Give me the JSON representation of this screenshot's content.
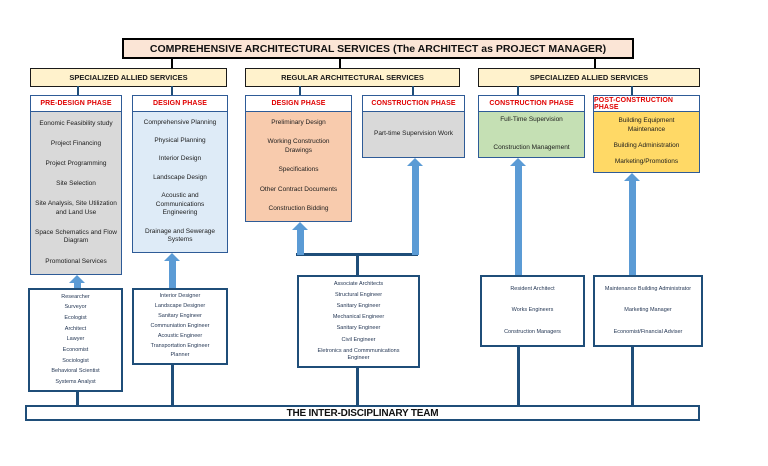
{
  "title": "COMPREHENSIVE ARCHITECTURAL SERVICES (The ARCHITECT as PROJECT MANAGER)",
  "service_groups": [
    "SPECIALIZED ALLIED SERVICES",
    "REGULAR ARCHITECTURAL SERVICES",
    "SPECIALIZED ALLIED SERVICES"
  ],
  "phases": [
    {
      "name": "PRE-DESIGN PHASE",
      "items": [
        "Eonomic Feasibility study",
        "Project Financing",
        "Project Programming",
        "Site Selection",
        "Site Analysis, Site Utilization and Land Use",
        "Space Schematics and Flow Diagram",
        "Promotional Services"
      ]
    },
    {
      "name": "DESIGN PHASE",
      "items": [
        "Comprehensive Planning",
        "Physical Planning",
        "Interior Design",
        "Landscape Design",
        "Acoustic and Communications Engineering",
        "Drainage and Sewerage Systems"
      ]
    },
    {
      "name": "DESIGN PHASE",
      "items": [
        "Preliminary Design",
        "Working Construction Drawings",
        "Specifications",
        "Other Contract Documents",
        "Construction Bidding"
      ]
    },
    {
      "name": "CONSTRUCTION PHASE",
      "items": [
        "Part-time Supervision Work"
      ]
    },
    {
      "name": "CONSTRUCTION PHASE",
      "items": [
        "Full-Time Supervision",
        "Construction Management"
      ]
    },
    {
      "name": "POST-CONSTRUCTION PHASE",
      "items": [
        "Building Equipment Maintenance",
        "Building Administration",
        "Marketing/Promotions"
      ]
    }
  ],
  "teams": [
    {
      "items": [
        "Researcher",
        "Surveyor",
        "Ecologist",
        "Architect",
        "Lawyer",
        "Economist",
        "Sociologist",
        "Behavioral Scientist",
        "Systems Analyst"
      ]
    },
    {
      "items": [
        "Interior Designer",
        "Landscape Designer",
        "Sanitary Engineer",
        "Communiation Engineer",
        "Acoustic Engineer",
        "Transportation Engineer",
        "Planner"
      ]
    },
    {
      "items": [
        "Associate Architects",
        "Structural Engineer",
        "Sanitary Engineer",
        "Mechanical Engineer",
        "Sanitary Engineer",
        "Civil Engineer",
        "Eletronics and Commmunications Engineer"
      ]
    },
    {
      "items": [
        "Resident Architect",
        "Works Engineers",
        "Construction Managers"
      ]
    },
    {
      "items": [
        "Maintenance Building Administrator",
        "Marketing Manager",
        "Economist/Financial Adviser"
      ]
    }
  ],
  "footer": "THE INTER-DISCIPLINARY TEAM",
  "colors": {
    "title_fill": "#FBE5D6",
    "group_fill": "#FFF2CC",
    "phase_header_text": "#E00000",
    "phase_border": "#2E5B97",
    "pre_design_fill": "#D9D9D9",
    "design_allied_fill": "#DEEBF7",
    "design_regular_fill": "#F8CBAD",
    "construction_regular_fill": "#D9D9D9",
    "construction_allied_fill": "#C5E0B4",
    "post_construction_fill": "#FFD966",
    "arrow_fill": "#5B9BD5",
    "connector_navy": "#1F4E79"
  }
}
